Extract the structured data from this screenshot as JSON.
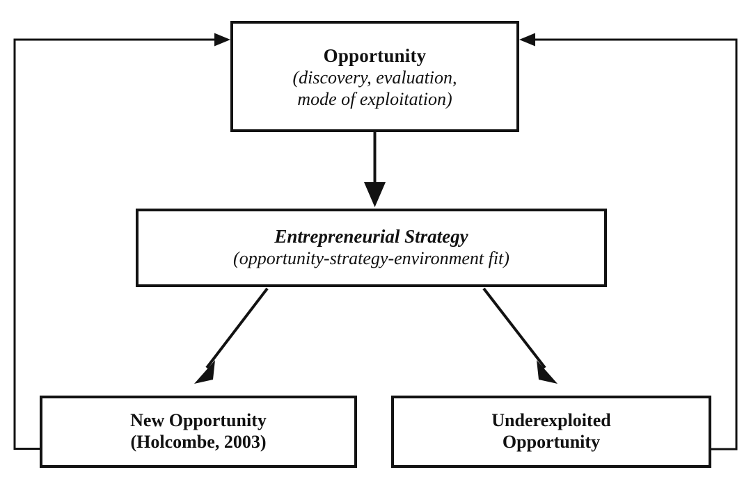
{
  "diagram": {
    "title": "Entrepreneurial opportunity and strategy process diagram",
    "type": "flowchart",
    "stroke_color": "#121212",
    "background_color": "#ffffff",
    "nodes": {
      "opportunity": {
        "name": "Opportunity",
        "line1": "Opportunity",
        "line2": "(discovery, evaluation,",
        "line3": "mode of exploitation)"
      },
      "strategy": {
        "name": "Entrepreneurial Strategy",
        "line1": "Entrepreneurial Strategy",
        "line2": "(opportunity-strategy-environment fit)"
      },
      "new_opportunity": {
        "name": "New Opportunity",
        "line1": "New Opportunity",
        "line2": "(Holcombe, 2003)"
      },
      "underexploited": {
        "name": "Underexploited Opportunity",
        "line1": "Underexploited",
        "line2": "Opportunity"
      }
    },
    "connectors": [
      {
        "id": "opportunity-to-strategy",
        "from": "opportunity",
        "to": "strategy",
        "style": "straight-vertical-arrow"
      },
      {
        "id": "strategy-to-new-opportunity",
        "from": "strategy",
        "to": "new_opportunity",
        "style": "diagonal-arrow-down-left"
      },
      {
        "id": "strategy-to-underexploited",
        "from": "strategy",
        "to": "underexploited",
        "style": "diagonal-arrow-down-right"
      },
      {
        "id": "new-opportunity-feedback",
        "from": "new_opportunity",
        "to": "opportunity",
        "style": "left-feedback-loop-arrow"
      },
      {
        "id": "underexploited-feedback",
        "from": "underexploited",
        "to": "opportunity",
        "style": "right-feedback-loop-arrow"
      }
    ]
  }
}
